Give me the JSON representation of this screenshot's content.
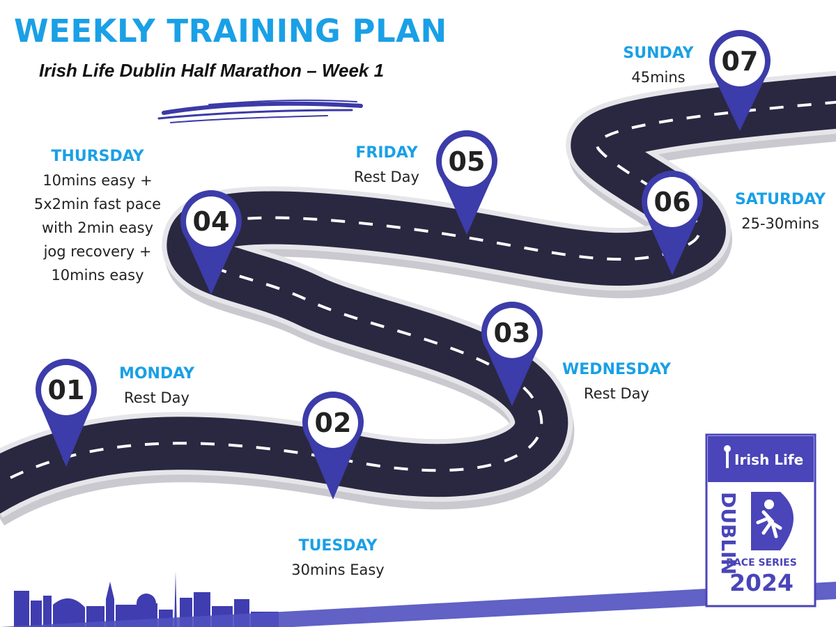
{
  "header": {
    "title": "WEEKLY TRAINING PLAN",
    "subtitle": "Irish Life Dublin Half Marathon – Week 1"
  },
  "colors": {
    "title_blue": "#1aa0e6",
    "road": "#2a2840",
    "pin_blue": "#3c3caa",
    "brand_purple": "#4a45b8"
  },
  "days": [
    {
      "num": "01",
      "name": "MONDAY",
      "detail": [
        "Rest Day"
      ]
    },
    {
      "num": "02",
      "name": "TUESDAY",
      "detail": [
        "30mins Easy"
      ]
    },
    {
      "num": "03",
      "name": "WEDNESDAY",
      "detail": [
        "Rest Day"
      ]
    },
    {
      "num": "04",
      "name": "THURSDAY",
      "detail": [
        "10mins easy +",
        "5x2min fast pace",
        "with 2min easy",
        "jog recovery +",
        "10mins easy"
      ]
    },
    {
      "num": "05",
      "name": "FRIDAY",
      "detail": [
        "Rest Day"
      ]
    },
    {
      "num": "06",
      "name": "SATURDAY",
      "detail": [
        "25-30mins"
      ]
    },
    {
      "num": "07",
      "name": "SUNDAY",
      "detail": [
        "45mins"
      ]
    }
  ],
  "logo": {
    "brand": "Irish Life",
    "event": "DUBLIN",
    "series": "RACE SERIES",
    "year": "2024",
    "icons": [
      "irish-life-tree-icon",
      "runner-icon"
    ]
  },
  "skyline": {
    "icon": "dublin-skyline-icon"
  }
}
